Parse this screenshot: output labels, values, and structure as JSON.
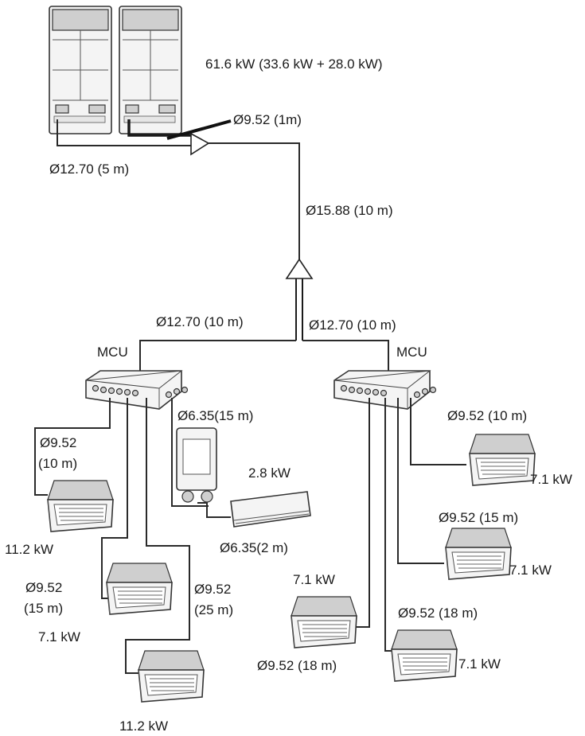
{
  "labels": {
    "odu_capacity": "61.6 kW (33.6 kW + 28.0 kW)",
    "odu_link": "Ø9.52 (1m)",
    "odu_left": "Ø12.70 (5 m)",
    "main_pipe": "Ø15.88 (10 m)",
    "branch_left": "Ø12.70 (10 m)",
    "branch_right": "Ø12.70 (10 m)",
    "mcu_left": "MCU",
    "mcu_right": "MCU",
    "pipe_635_15": "Ø6.35(15 m)",
    "wall_capacity": "2.8 kW",
    "pipe_635_2": "Ø6.35(2 m)",
    "l1_pipe_a": "Ø9.52",
    "l1_pipe_b": "(10 m)",
    "l1_cap": "11.2 kW",
    "l2_pipe_a": "Ø9.52",
    "l2_pipe_b": "(15 m)",
    "l2_cap": "7.1 kW",
    "l3_pipe_a": "Ø9.52",
    "l3_pipe_b": "(25 m)",
    "l3_cap": "11.2 kW",
    "r1_pipe": "Ø9.52 (10 m)",
    "r1_cap": "7.1 kW",
    "r2_pipe": "Ø9.52 (15 m)",
    "r2_cap": "7.1 kW",
    "r3_pipe": "Ø9.52 (18 m)",
    "r3_cap": "7.1 kW",
    "r4_cap": "7.1 kW",
    "r4_pipe": "Ø9.52 (18 m)"
  }
}
